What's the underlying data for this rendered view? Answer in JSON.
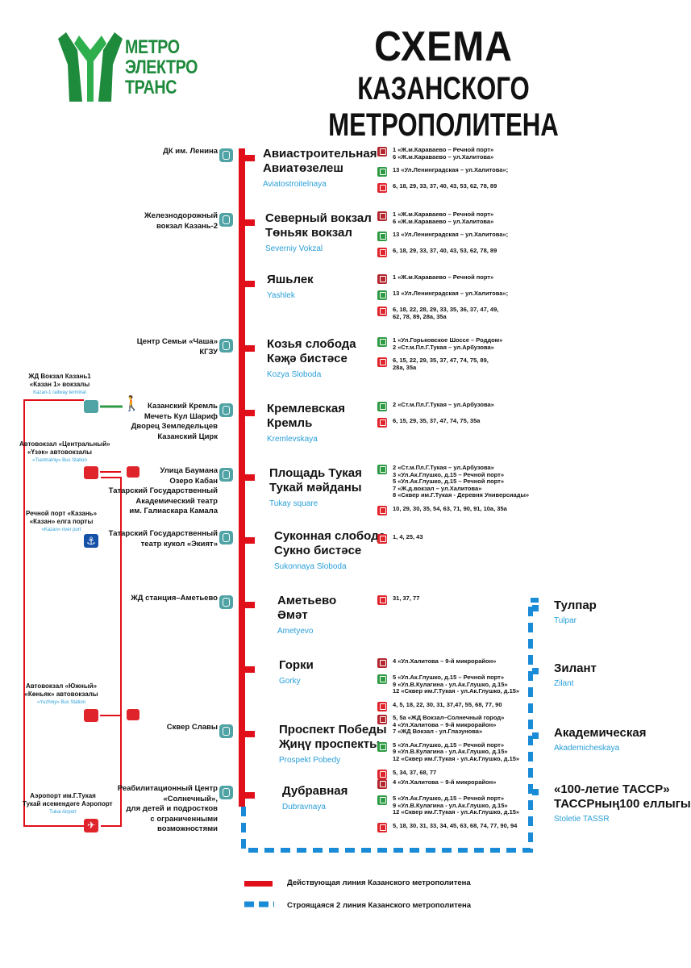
{
  "header": {
    "logo_line1": "МЕТРО",
    "logo_line2": "ЭЛЕКТРО",
    "logo_line3": "ТРАНС",
    "title_line1": "СХЕМА",
    "title_line2": "КАЗАНСКОГО МЕТРОПОЛИТЕНА"
  },
  "colors": {
    "line1": "#e10f1a",
    "line2": "#1a8bd6",
    "brand": "#1e8a3c",
    "latin": "#2a9fd8",
    "hub": "#4fa3a5"
  },
  "stations": [
    {
      "name1": "Авиастроительная",
      "name2": "Авиатөзелеш",
      "lat": "Aviatostroitelnaya",
      "poi": [
        "ДК им. Ленина"
      ],
      "routes": [
        {
          "type": "tram",
          "lines": [
            "1 «Ж.м.Караваево – Речной порт»",
            "6 «Ж.м.Караваево – ул.Халитова»"
          ]
        },
        {
          "type": "trol",
          "lines": [
            "13 «Ул.Ленинградская – ул.Халитова»;"
          ]
        },
        {
          "type": "bus",
          "lines": [
            "6, 18, 29, 33, 37, 40, 43, 53, 62, 78, 89"
          ]
        }
      ]
    },
    {
      "name1": "Северный вокзал",
      "name2": "Төньяк вокзал",
      "lat": "Severniy Vokzal",
      "poi": [
        "Железнодорожный",
        "вокзал Казань-2"
      ],
      "routes": [
        {
          "type": "tram",
          "lines": [
            "1 «Ж.м.Караваево – Речной порт»",
            "6 «Ж.м.Караваево – ул.Халитова»"
          ]
        },
        {
          "type": "trol",
          "lines": [
            "13 «Ул.Ленинградская – ул.Халитова»;"
          ]
        },
        {
          "type": "bus",
          "lines": [
            "6, 18, 29, 33, 37, 40, 43, 53, 62, 78, 89"
          ]
        }
      ]
    },
    {
      "name1": "Яшьлек",
      "name2": "",
      "lat": "Yashlek",
      "poi": [],
      "routes": [
        {
          "type": "tram",
          "lines": [
            "1 «Ж.м.Караваево – Речной порт»"
          ]
        },
        {
          "type": "trol",
          "lines": [
            "13 «Ул.Ленинградская – ул.Халитова»;"
          ]
        },
        {
          "type": "bus",
          "lines": [
            "6, 18, 22, 28, 29, 33, 35, 36, 37, 47, 49,",
            "62, 78, 89, 28а, 35а"
          ]
        }
      ]
    },
    {
      "name1": "Козья слобода",
      "name2": "Кәҗә бистәсе",
      "lat": "Kozya Sloboda",
      "poi": [
        "Центр Семьи «Чаша»",
        "КГЗУ"
      ],
      "routes": [
        {
          "type": "trol",
          "lines": [
            "1 «Ул.Горьковское Шоссе – Роддом»",
            "2 «Ст.м.Пл.Г.Тукая – ул.Арбузова»"
          ]
        },
        {
          "type": "bus",
          "lines": [
            "6, 15, 22, 29, 35, 37, 47, 74, 75, 89,",
            "28а, 35а"
          ]
        }
      ]
    },
    {
      "name1": "Кремлевская",
      "name2": "Кремль",
      "lat": "Kremlevskaya",
      "poi": [
        "Казанский Кремль",
        "Мечеть Кул Шариф",
        "Дворец Земледельцев",
        "Казанский Цирк"
      ],
      "routes": [
        {
          "type": "trol",
          "lines": [
            "2 «Ст.м.Пл.Г.Тукая – ул.Арбузова»"
          ]
        },
        {
          "type": "bus",
          "lines": [
            "6, 15, 29, 35, 37, 47, 74, 75, 35а"
          ]
        }
      ]
    },
    {
      "name1": "Площадь Тукая",
      "name2": "Тукай мәйданы",
      "lat": "Tukay square",
      "poi": [
        "Улица Баумана",
        "Озеро Кабан",
        "Татарский Государственный",
        "Академический театр",
        "им. Галиаскара Камала"
      ],
      "routes": [
        {
          "type": "trol",
          "lines": [
            "2 «Ст.м.Пл.Г.Тукая – ул.Арбузова»",
            "3 «Ул.Ак.Глушко, д.15 – Речной порт»",
            "5 «Ул.Ак.Глушко, д.15 – Речной порт»",
            "7 «Ж.д.вокзал – ул.Халитова»",
            "8 «Сквер им.Г.Тукая - Деревня Универсиады»"
          ]
        },
        {
          "type": "bus",
          "lines": [
            "10, 29, 30, 35, 54, 63, 71, 90, 91, 10а, 35а"
          ]
        }
      ]
    },
    {
      "name1": "Суконная слобода",
      "name2": "Сукно бистәсе",
      "lat": "Sukonnaya Sloboda",
      "poi": [
        "Татарский Государственный",
        "театр кукол «Экият»"
      ],
      "routes": [
        {
          "type": "bus",
          "lines": [
            "1, 4, 25, 43"
          ]
        }
      ]
    },
    {
      "name1": "Аметьево",
      "name2": "Әмәт",
      "lat": "Ametyevo",
      "poi": [
        "ЖД станция–Аметьево"
      ],
      "routes": [
        {
          "type": "bus",
          "lines": [
            "31, 37, 77"
          ]
        }
      ]
    },
    {
      "name1": "Горки",
      "name2": "",
      "lat": "Gorky",
      "poi": [],
      "routes": [
        {
          "type": "tram",
          "lines": [
            "4 «Ул.Халитова – 9-й микрорайон»"
          ]
        },
        {
          "type": "trol",
          "lines": [
            "5 «Ул.Ак.Глушко, д.15 – Речной порт»",
            "9 «Ул.В.Кулагина - ул.Ак.Глушко, д.15»",
            "12 «Сквер им.Г.Тукая - ул.Ак.Глушко, д.15»"
          ]
        },
        {
          "type": "bus",
          "lines": [
            "4, 5, 18, 22, 30, 31, 37,47, 55, 68, 77, 90"
          ]
        }
      ]
    },
    {
      "name1": "Проспект Победы",
      "name2": "Җиңү проспекты",
      "lat": "Prospekt Pobedy",
      "poi": [
        "Сквер Славы"
      ],
      "routes": [
        {
          "type": "tram",
          "lines": [
            "5, 5а «ЖД Вокзал–Солнечный город»",
            "4 «Ул.Халитова – 9-й микрорайон»",
            "7 «ЖД Вокзал - ул.Глазунова»"
          ]
        },
        {
          "type": "trol",
          "lines": [
            "5 «Ул.Ак.Глушко, д.15 – Речной порт»",
            "9 «Ул.В.Кулагина - ул.Ак.Глушко, д.15»",
            "12 «Сквер им.Г.Тукая - ул.Ак.Глушко, д.15»"
          ]
        },
        {
          "type": "bus",
          "lines": [
            "5, 34, 37, 68, 77"
          ]
        }
      ]
    },
    {
      "name1": "Дубравная",
      "name2": "",
      "lat": "Dubravnaya",
      "poi": [
        "Реабилитационный Центр",
        "«Солнечный»,",
        "для детей и подростков",
        "с ограниченными",
        "возможностями"
      ],
      "routes": [
        {
          "type": "tram",
          "lines": [
            "4 «Ул.Халитова – 9-й микрорайон»"
          ]
        },
        {
          "type": "trol",
          "lines": [
            "5 «Ул.Ак.Глушко, д.15 – Речной порт»",
            "9 «Ул.В.Кулагина - ул.Ак.Глушко, д.15»",
            "12 «Сквер им.Г.Тукая - ул.Ак.Глушко, д.15»"
          ]
        },
        {
          "type": "bus",
          "lines": [
            "5, 18, 30, 31, 33, 34, 45, 63, 68, 74, 77, 90, 94"
          ]
        }
      ]
    }
  ],
  "line2_stations": [
    {
      "name1": "Тулпар",
      "name2": "",
      "lat": "Tulpar"
    },
    {
      "name1": "Зилант",
      "name2": "",
      "lat": "Zilant"
    },
    {
      "name1": "Академическая",
      "name2": "",
      "lat": "Akademicheskaya"
    },
    {
      "name1": "«100-летие ТАССР»",
      "name2": "ТАССРның100 еллыгы",
      "lat": "Stoletie TASSR"
    }
  ],
  "side_hubs": [
    {
      "ru": "ЖД Вокзал Казань1",
      "tt": "«Казан 1» вокзалы",
      "en": "Kazan-1 railway terminal"
    },
    {
      "ru": "Автовокзал «Центральный»",
      "tt": "«Үзәк» автовокзалы",
      "en": "«Tsentralniy» Bus Station"
    },
    {
      "ru": "Речной порт «Казань»",
      "tt": "«Казан» елга порты",
      "en": "«Kazan» river port"
    },
    {
      "ru": "Автовокзал «Южный»",
      "tt": "«Көньяк» автовокзалы",
      "en": "«Yuzhniy» Bus Station"
    },
    {
      "ru": "Аэропорт им.Г.Тукая",
      "tt": "Тукай исемендәге Аэропорт",
      "en": "Tukai Airport"
    }
  ],
  "legend": {
    "line1": "Действующая линия Казанского метрополитена",
    "line2": "Строящаяся 2 линия Казанского метрополитена"
  }
}
